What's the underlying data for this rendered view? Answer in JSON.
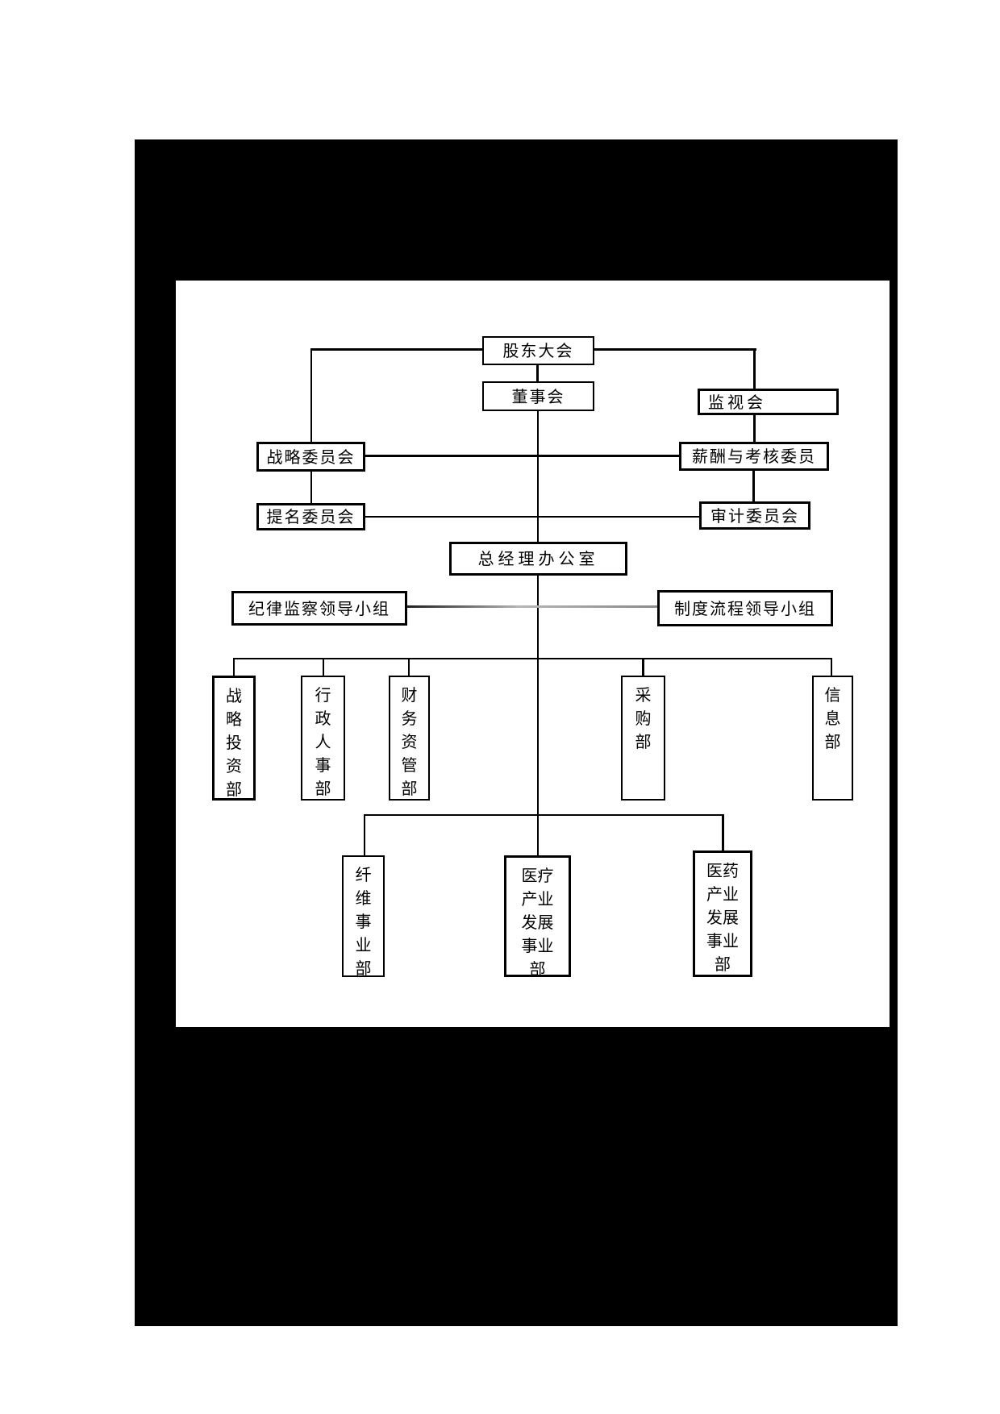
{
  "document": {
    "type": "scanned-page-organizational-chart",
    "colors": {
      "canvas_background": "#ffffff",
      "frame_background": "#000000",
      "page_background": "#ffffff",
      "line_color": "#000000",
      "gray_connector_color": "#8c8c8c"
    }
  },
  "diagram": {
    "nodes": {
      "shareholders_meeting": "股东大会",
      "board_of_directors": "董事会",
      "supervisory_board": "监视会",
      "strategy_committee": "战略委员会",
      "compensation_assessment_committee": "薪酬与考核委员",
      "nomination_committee": "提名委员会",
      "audit_committee": "审计委员会",
      "gm_office": "总经理办公室",
      "discipline_inspection_group": "纪律监察领导小组",
      "process_system_group": "制度流程领导小组",
      "strategy_investment_dept": "战略投资部",
      "admin_hr_dept": "行政人事部",
      "finance_asset_dept": "财务资管部",
      "procurement_dept": "采购部",
      "information_dept": "信息部",
      "fiber_division": "纤维事业部",
      "medical_industry_division": "医疗产业发展事业部",
      "pharma_industry_division": "医药产业发展事业部"
    }
  }
}
